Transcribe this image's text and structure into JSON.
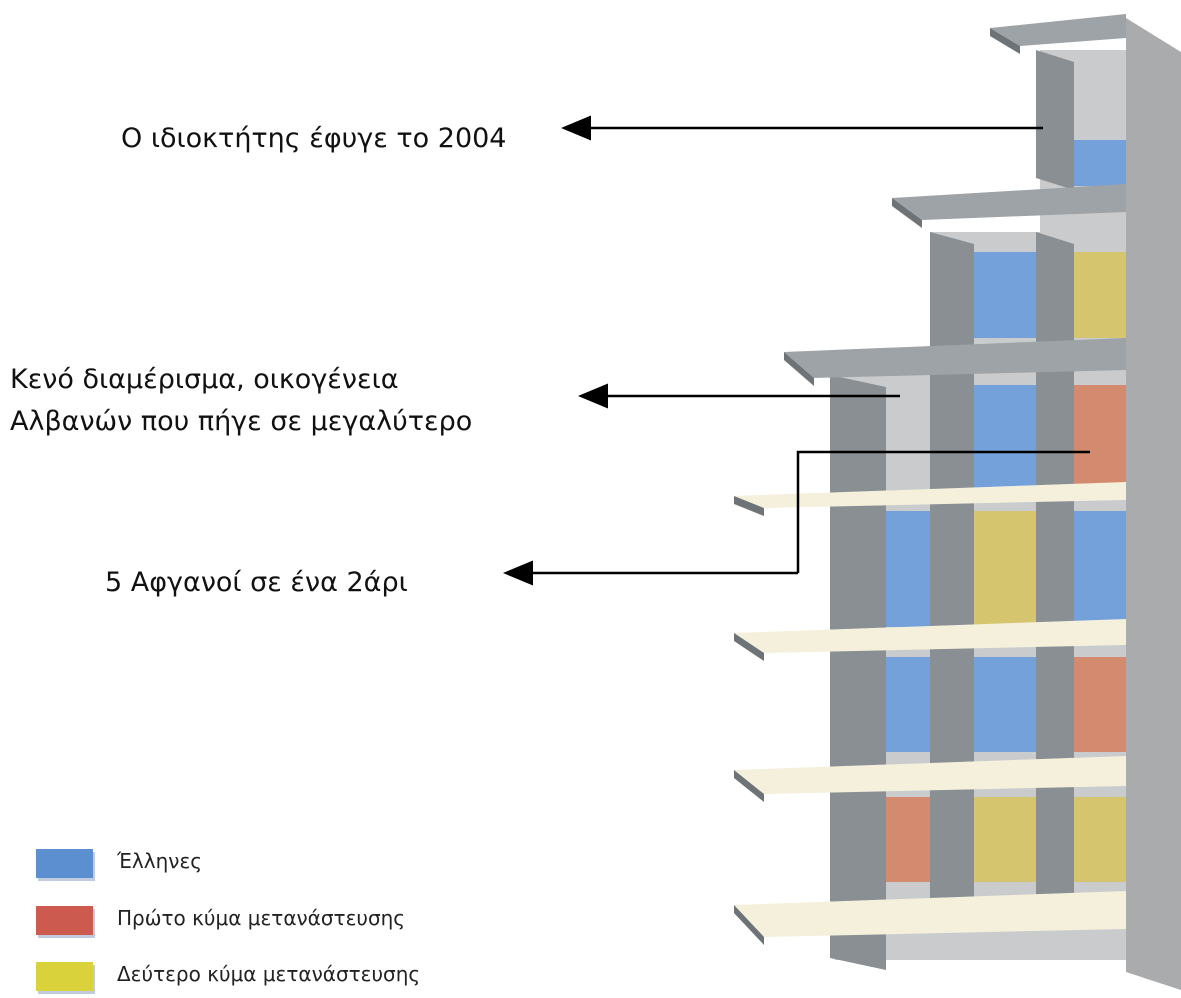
{
  "annotations": {
    "owner_left": "Ο ιδιοκτήτης έφυγε το 2004",
    "empty_line1": "Κενό διαμέρισμα, οικογένεια",
    "empty_line2": "Αλβανών που πήγε σε μεγαλύτερο",
    "afghans": "5 Αφγανοί σε ένα 2άρι"
  },
  "legend": [
    {
      "label": "Έλληνες",
      "color": "#5b8fd0"
    },
    {
      "label": "Πρώτο κύμα μετανάστευσης",
      "color": "#cd5a4f"
    },
    {
      "label": "Δεύτερο κύμα μετανάστευσης",
      "color": "#d9d23a"
    }
  ],
  "building_colors": {
    "greek": "#75a1db",
    "first_wave": "#d48a6e",
    "second_wave": "#d5c56f",
    "structure": "#8a8f93",
    "structure_dark": "#6e7377",
    "floor_top": "#f4f0dc"
  },
  "floors": [
    {
      "floor": 6,
      "units": [
        "",
        "",
        "greek"
      ]
    },
    {
      "floor": 5,
      "units": [
        "",
        "greek",
        "second_wave"
      ]
    },
    {
      "floor": 4,
      "units": [
        "empty",
        "greek",
        "first_wave"
      ]
    },
    {
      "floor": 3,
      "units": [
        "greek",
        "second_wave",
        "greek"
      ]
    },
    {
      "floor": 2,
      "units": [
        "greek",
        "greek",
        "first_wave"
      ]
    },
    {
      "floor": 1,
      "units": [
        "first_wave",
        "second_wave",
        "second_wave"
      ]
    }
  ]
}
